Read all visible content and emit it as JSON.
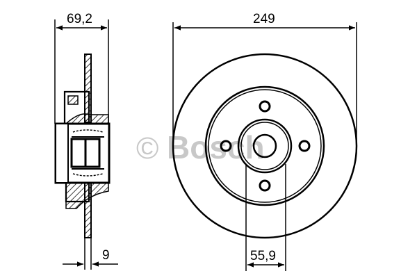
{
  "watermark": {
    "symbol": "©",
    "text": "Bosch",
    "color": "#c8c8c8"
  },
  "side_view": {
    "label": "brake disc cross-section",
    "dimensions": {
      "overall_width": "69,2",
      "disc_thickness": "9"
    }
  },
  "front_view": {
    "label": "brake disc front view",
    "dimensions": {
      "outer_diameter": "249",
      "hub_bore_diameter": "55,9"
    },
    "bolt_holes": 4
  },
  "colors": {
    "line": "#000000",
    "background": "#ffffff"
  }
}
